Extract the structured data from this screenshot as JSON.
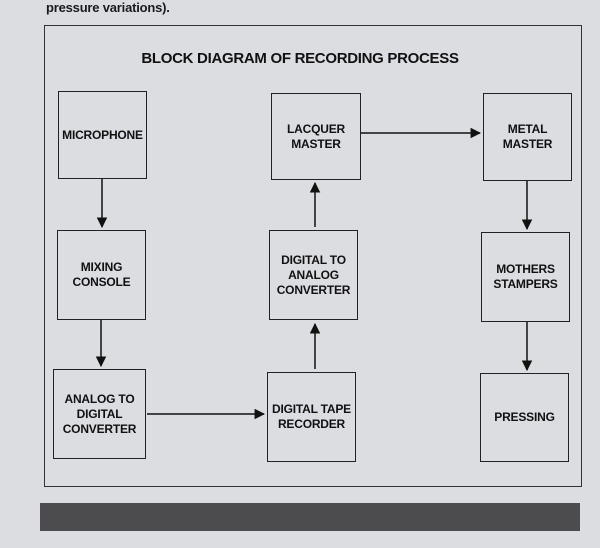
{
  "caption": "pressure variations).",
  "diagram": {
    "title": "BLOCK DIAGRAM OF RECORDING PROCESS",
    "nodes": {
      "microphone": "MICROPHONE",
      "mixing_console": "MIXING\nCONSOLE",
      "analog_to_digital": "ANALOG TO\nDIGITAL\nCONVERTER",
      "digital_tape_recorder": "DIGITAL TAPE\nRECORDER",
      "digital_to_analog": "DIGITAL TO\nANALOG\nCONVERTER",
      "lacquer_master": "LACQUER\nMASTER",
      "metal_master": "METAL MASTER",
      "mothers_stampers": "MOTHERS\nSTAMPERS",
      "pressing": "PRESSING"
    },
    "edges": [
      [
        "microphone",
        "mixing_console"
      ],
      [
        "mixing_console",
        "analog_to_digital"
      ],
      [
        "analog_to_digital",
        "digital_tape_recorder"
      ],
      [
        "digital_tape_recorder",
        "digital_to_analog"
      ],
      [
        "digital_to_analog",
        "lacquer_master"
      ],
      [
        "lacquer_master",
        "metal_master"
      ],
      [
        "metal_master",
        "mothers_stampers"
      ],
      [
        "mothers_stampers",
        "pressing"
      ]
    ]
  }
}
